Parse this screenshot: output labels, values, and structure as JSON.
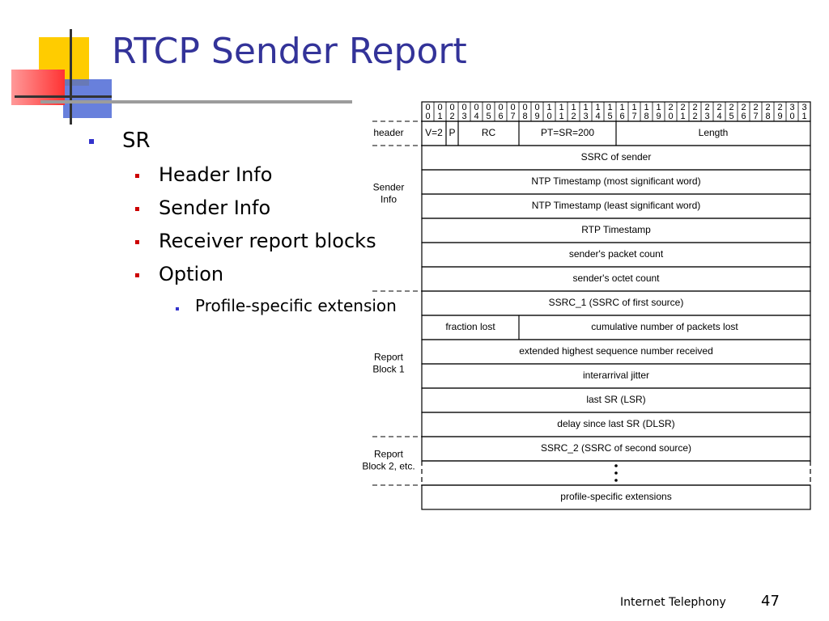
{
  "slide": {
    "title": "RTCP Sender Report",
    "bullets": [
      {
        "level": 1,
        "text": "SR"
      },
      {
        "level": 2,
        "text": "Header Info"
      },
      {
        "level": 2,
        "text": "Sender Info"
      },
      {
        "level": 2,
        "text": "Receiver report blocks"
      },
      {
        "level": 2,
        "text": "Option"
      },
      {
        "level": 3,
        "text": "Profile-specific extension"
      }
    ],
    "footer": "Internet Telephony",
    "page_number": "47"
  },
  "diagram": {
    "bit_numbers": [
      "00",
      "01",
      "02",
      "03",
      "04",
      "05",
      "06",
      "07",
      "08",
      "09",
      "10",
      "11",
      "12",
      "13",
      "14",
      "15",
      "16",
      "17",
      "18",
      "19",
      "20",
      "21",
      "22",
      "23",
      "24",
      "25",
      "26",
      "27",
      "28",
      "29",
      "30",
      "31"
    ],
    "header_fields": [
      {
        "label": "V=2",
        "bits": 2
      },
      {
        "label": "P",
        "bits": 1
      },
      {
        "label": "RC",
        "bits": 5
      },
      {
        "label": "PT=SR=200",
        "bits": 8
      },
      {
        "label": "Length",
        "bits": 16
      }
    ],
    "rows": [
      {
        "label": "SSRC of sender"
      },
      {
        "label": "NTP Timestamp (most significant word)"
      },
      {
        "label": "NTP Timestamp (least significant word)"
      },
      {
        "label": "RTP Timestamp"
      },
      {
        "label": "sender's packet count"
      },
      {
        "label": "sender's octet count"
      },
      {
        "label": "SSRC_1 (SSRC of first source)"
      },
      {
        "split": true,
        "left": "fraction lost",
        "right": "cumulative number of packets lost"
      },
      {
        "label": "extended highest sequence number received"
      },
      {
        "label": "interarrival jitter"
      },
      {
        "label": "last SR (LSR)"
      },
      {
        "label": "delay since last SR (DLSR)"
      },
      {
        "label": "SSRC_2 (SSRC of second source)"
      },
      {
        "label": "",
        "ellipsis": true
      },
      {
        "label": "profile-specific extensions"
      }
    ],
    "section_labels": [
      {
        "lines": [
          "header"
        ]
      },
      {
        "lines": [
          "Sender",
          "Info"
        ]
      },
      {
        "lines": [
          "Report",
          "Block 1"
        ]
      },
      {
        "lines": [
          "Report",
          "Block 2, etc."
        ]
      }
    ]
  }
}
